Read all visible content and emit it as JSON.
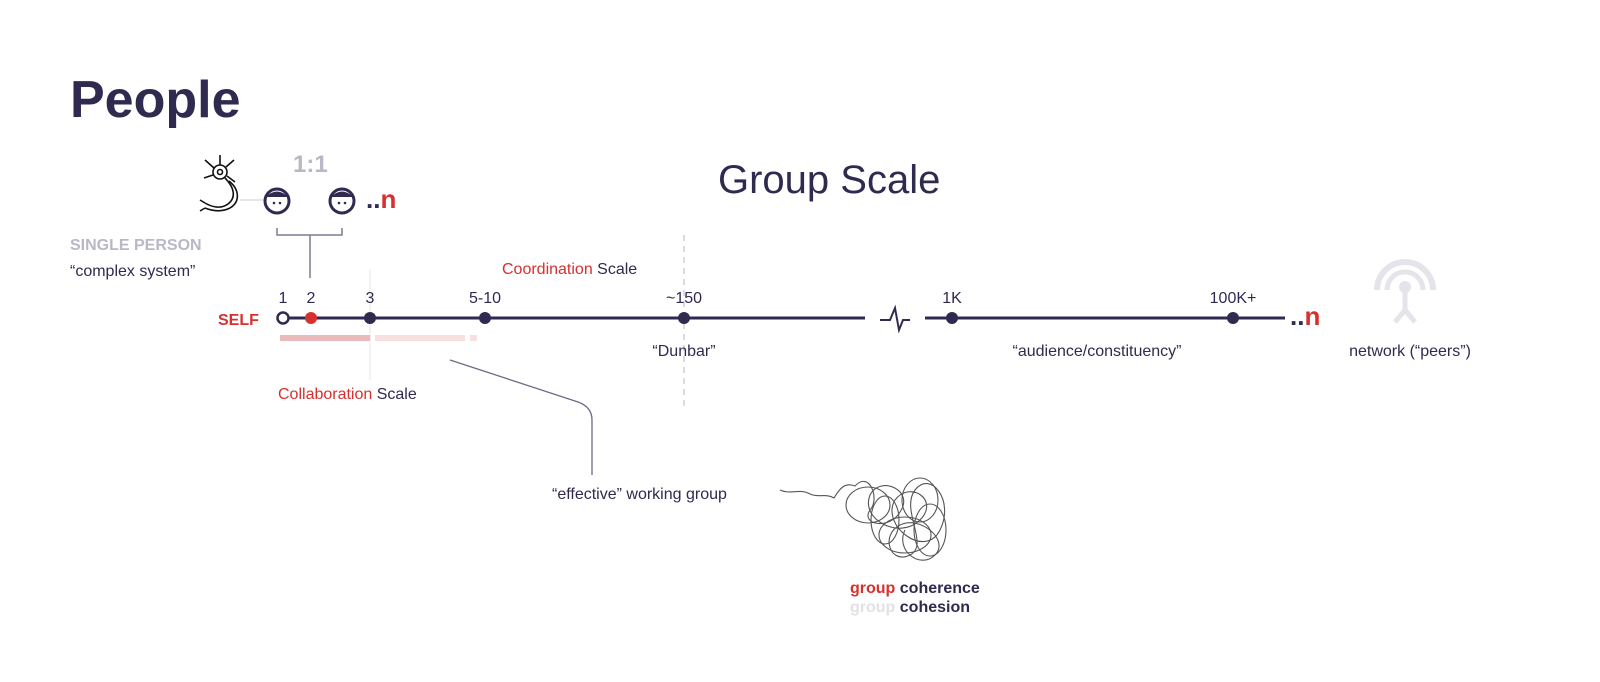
{
  "title": "People",
  "subtitle": "Group Scale",
  "one_to_one": {
    "label": "1:1",
    "ellipsis": "..",
    "n": "n"
  },
  "single_person": {
    "heading": "SINGLE PERSON",
    "desc": "“complex system”"
  },
  "self_label": "SELF",
  "scale_points": [
    "1",
    "2",
    "3",
    "5-10",
    "~150",
    "1K",
    "100K+"
  ],
  "end": {
    "ellipsis": "..",
    "n": "n"
  },
  "coordination": {
    "red": "Coordination",
    "rest": " Scale"
  },
  "collaboration": {
    "red": "Collaboration",
    "rest": " Scale"
  },
  "dunbar": "“Dunbar”",
  "audience": "“audience/constituency”",
  "network": "network (“peers”)",
  "effective_group": "“effective” working group",
  "coherence": {
    "red": "group",
    "rest": " coherence"
  },
  "cohesion": {
    "gray": "group",
    "rest": " cohesion"
  },
  "colors": {
    "navy": "#2f2a4f",
    "red": "#d6312f",
    "gray": "#b9b8c6"
  }
}
